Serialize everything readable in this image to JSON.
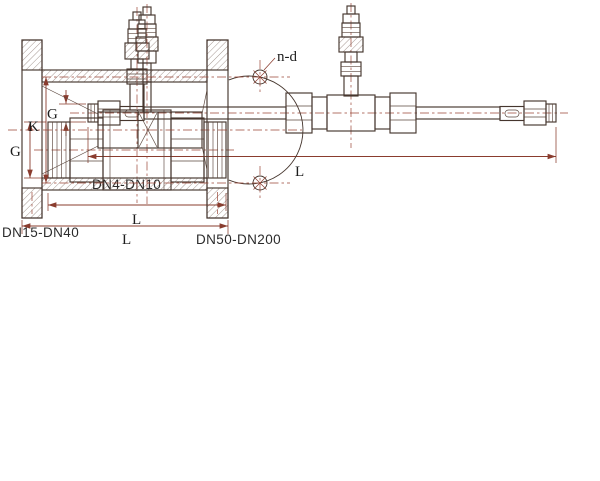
{
  "colors": {
    "background": "#ffffff",
    "main_line": "#46362e",
    "dimension_line": "#8a3c2e",
    "text": "#1d1d1d"
  },
  "drawings": {
    "dn4_dn10": {
      "caption": "DN4-DN10",
      "dim_g": "G",
      "dim_l": "L"
    },
    "dn15_dn40": {
      "caption": "DN15-DN40",
      "dim_g": "G",
      "dim_l": "L"
    },
    "dn50_dn200": {
      "caption": "DN50-DN200",
      "dim_k": "K",
      "dim_l": "L",
      "dim_nd": "n-d"
    }
  }
}
